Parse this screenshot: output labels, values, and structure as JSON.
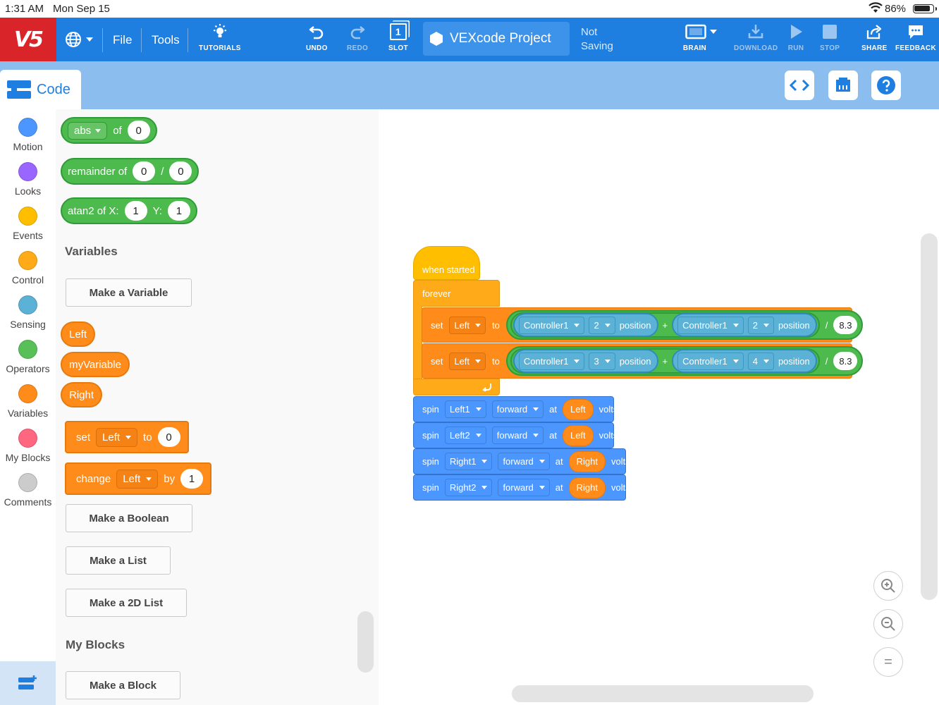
{
  "status_bar": {
    "time": "1:31 AM",
    "date": "Mon Sep 15",
    "battery": "86%"
  },
  "toolbar": {
    "logo": "V5",
    "file": "File",
    "tools": "Tools",
    "tutorials": "TUTORIALS",
    "undo": "UNDO",
    "redo": "REDO",
    "slot": "SLOT",
    "slot_number": "1",
    "project_name": "VEXcode Project",
    "saving_line1": "Not",
    "saving_line2": "Saving",
    "brain": "BRAIN",
    "download": "DOWNLOAD",
    "run": "RUN",
    "stop": "STOP",
    "share": "SHARE",
    "feedback": "FEEDBACK"
  },
  "code_tab": "Code",
  "categories": [
    {
      "label": "Motion",
      "color": "#4c97ff"
    },
    {
      "label": "Looks",
      "color": "#9966ff"
    },
    {
      "label": "Events",
      "color": "#ffbf00"
    },
    {
      "label": "Control",
      "color": "#ffab19"
    },
    {
      "label": "Sensing",
      "color": "#5cb1d6"
    },
    {
      "label": "Operators",
      "color": "#59c059"
    },
    {
      "label": "Variables",
      "color": "#ff8c1a"
    },
    {
      "label": "My Blocks",
      "color": "#ff6680"
    },
    {
      "label": "Comments",
      "color": "#cccccc"
    }
  ],
  "palette": {
    "abs": {
      "op": "abs",
      "of": "of",
      "value": "0"
    },
    "remainder": {
      "label": "remainder of",
      "a": "0",
      "slash": "/",
      "b": "0"
    },
    "atan2": {
      "label": "atan2 of X:",
      "x": "1",
      "ylabel": "Y:",
      "y": "1"
    },
    "variables_heading": "Variables",
    "make_variable": "Make a Variable",
    "vars": [
      "Left",
      "myVariable",
      "Right"
    ],
    "set_block": {
      "set": "set",
      "var": "Left",
      "to": "to",
      "value": "0"
    },
    "change_block": {
      "change": "change",
      "var": "Left",
      "by": "by",
      "value": "1"
    },
    "make_boolean": "Make a Boolean",
    "make_list": "Make a List",
    "make_2d_list": "Make a 2D List",
    "my_blocks_heading": "My Blocks",
    "make_block": "Make a Block"
  },
  "script": {
    "hat": "when started",
    "forever": "forever",
    "set_rows": [
      {
        "set": "set",
        "var": "Left",
        "to": "to",
        "c1": "Controller1",
        "a1": "2",
        "p1": "position",
        "plus": "+",
        "c2": "Controller1",
        "a2": "2",
        "p2": "position",
        "div": "/",
        "divisor": "8.3"
      },
      {
        "set": "set",
        "var": "Left",
        "to": "to",
        "c1": "Controller1",
        "a1": "3",
        "p1": "position",
        "plus": "+",
        "c2": "Controller1",
        "a2": "4",
        "p2": "position",
        "div": "/",
        "divisor": "8.3"
      }
    ],
    "spin_rows": [
      {
        "spin": "spin",
        "motor": "Left1",
        "dir": "forward",
        "at": "at",
        "var": "Left",
        "unit": "volts"
      },
      {
        "spin": "spin",
        "motor": "Left2",
        "dir": "forward",
        "at": "at",
        "var": "Left",
        "unit": "volts"
      },
      {
        "spin": "spin",
        "motor": "Right1",
        "dir": "forward",
        "at": "at",
        "var": "Right",
        "unit": "volts"
      },
      {
        "spin": "spin",
        "motor": "Right2",
        "dir": "forward",
        "at": "at",
        "var": "Right",
        "unit": "volts"
      }
    ]
  },
  "zoom": {
    "reset": "="
  }
}
